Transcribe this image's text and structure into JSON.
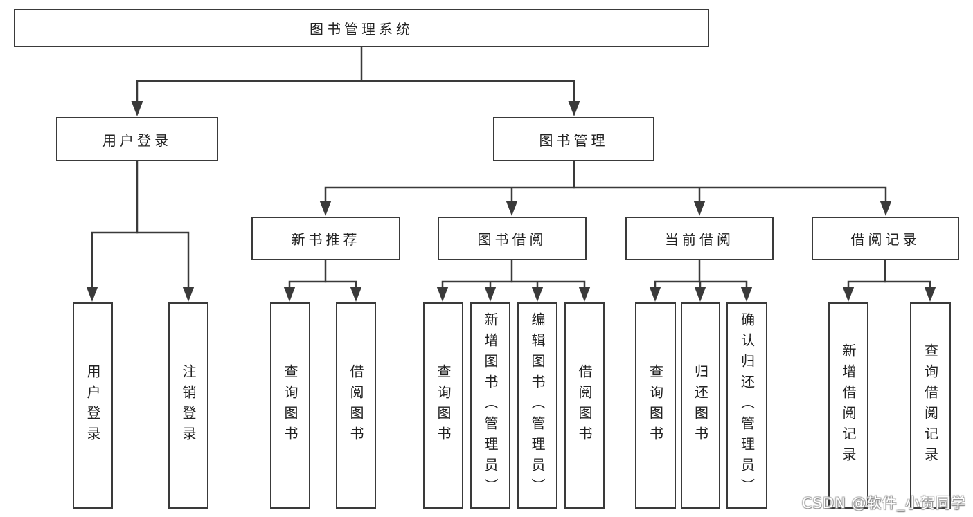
{
  "tree": {
    "root": {
      "label": "图书管理系统",
      "children": [
        {
          "label": "用户登录",
          "children": [
            {
              "label": "用户登录"
            },
            {
              "label": "注销登录"
            }
          ]
        },
        {
          "label": "图书管理",
          "children": [
            {
              "label": "新书推荐",
              "children": [
                {
                  "label": "查询图书"
                },
                {
                  "label": "借阅图书"
                }
              ]
            },
            {
              "label": "图书借阅",
              "children": [
                {
                  "label": "查询图书"
                },
                {
                  "label": "新增图书（管理员）"
                },
                {
                  "label": "编辑图书（管理员）"
                },
                {
                  "label": "借阅图书"
                }
              ]
            },
            {
              "label": "当前借阅",
              "children": [
                {
                  "label": "查询图书"
                },
                {
                  "label": "归还图书"
                },
                {
                  "label": "确认归还（管理员）"
                }
              ]
            },
            {
              "label": "借阅记录",
              "children": [
                {
                  "label": "新增借阅记录"
                },
                {
                  "label": "查询借阅记录"
                }
              ]
            }
          ]
        }
      ]
    }
  },
  "watermark": {
    "text": "CSDN @软件_小贺同学"
  },
  "colors": {
    "line": "#3a3a3a",
    "text": "#222222",
    "background": "#ffffff",
    "watermark_text": "#ffffff"
  }
}
